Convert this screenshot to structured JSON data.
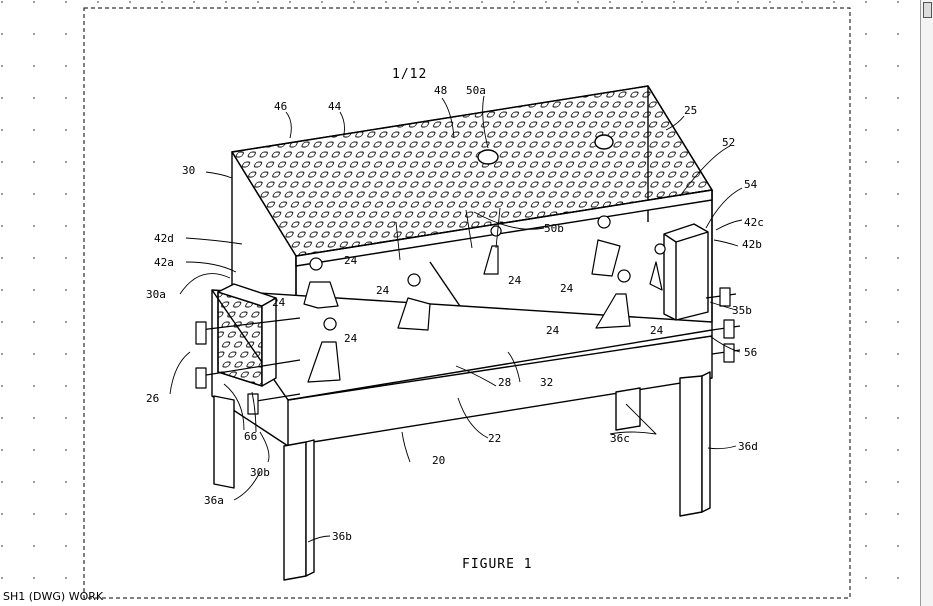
{
  "sheet": {
    "number": "1/12",
    "figure_title": "FIGURE 1",
    "status_bar": "SH1 (DWG) WORK"
  },
  "labels": {
    "l20": "20",
    "l22": "22",
    "l24": "24",
    "l25": "25",
    "l26": "26",
    "l28": "28",
    "l30": "30",
    "l30a": "30a",
    "l30b": "30b",
    "l32": "32",
    "l35b": "35b",
    "l36a": "36a",
    "l36b": "36b",
    "l36c": "36c",
    "l36d": "36d",
    "l42a": "42a",
    "l42b": "42b",
    "l42c": "42c",
    "l42d": "42d",
    "l44": "44",
    "l46": "46",
    "l48": "48",
    "l50a": "50a",
    "l50b": "50b",
    "l52": "52",
    "l54": "54",
    "l56": "56",
    "l66": "66"
  }
}
